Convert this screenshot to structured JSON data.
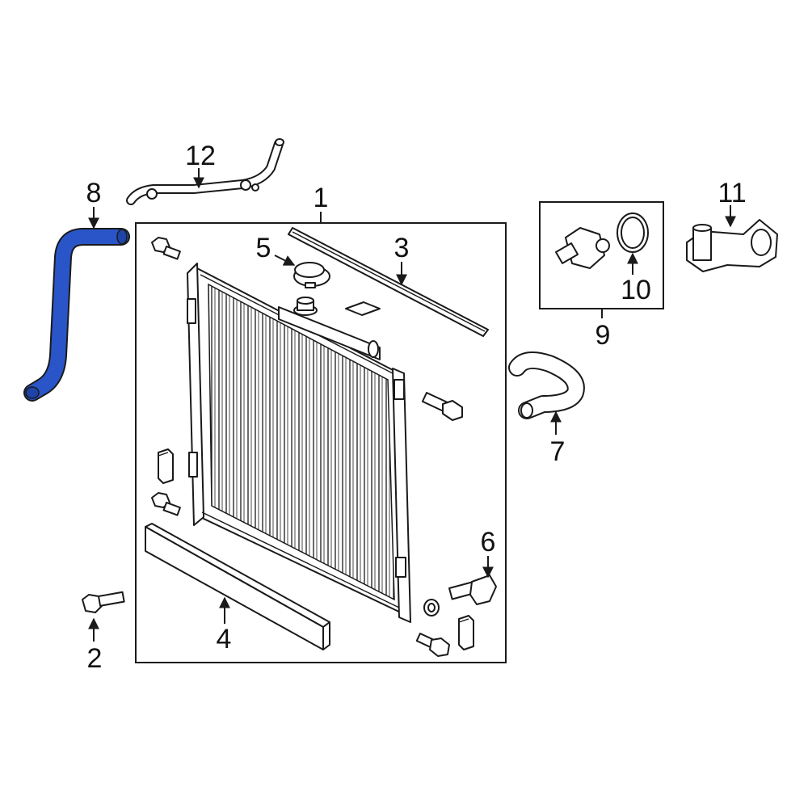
{
  "diagram": {
    "highlight_color": "#2a55c8",
    "line_color": "#1a1a1a",
    "highlighted_part": "8",
    "callouts": {
      "c1": "1",
      "c2": "2",
      "c3": "3",
      "c4": "4",
      "c5": "5",
      "c6": "6",
      "c7": "7",
      "c8": "8",
      "c9": "9",
      "c10": "10",
      "c11": "11",
      "c12": "12"
    }
  }
}
